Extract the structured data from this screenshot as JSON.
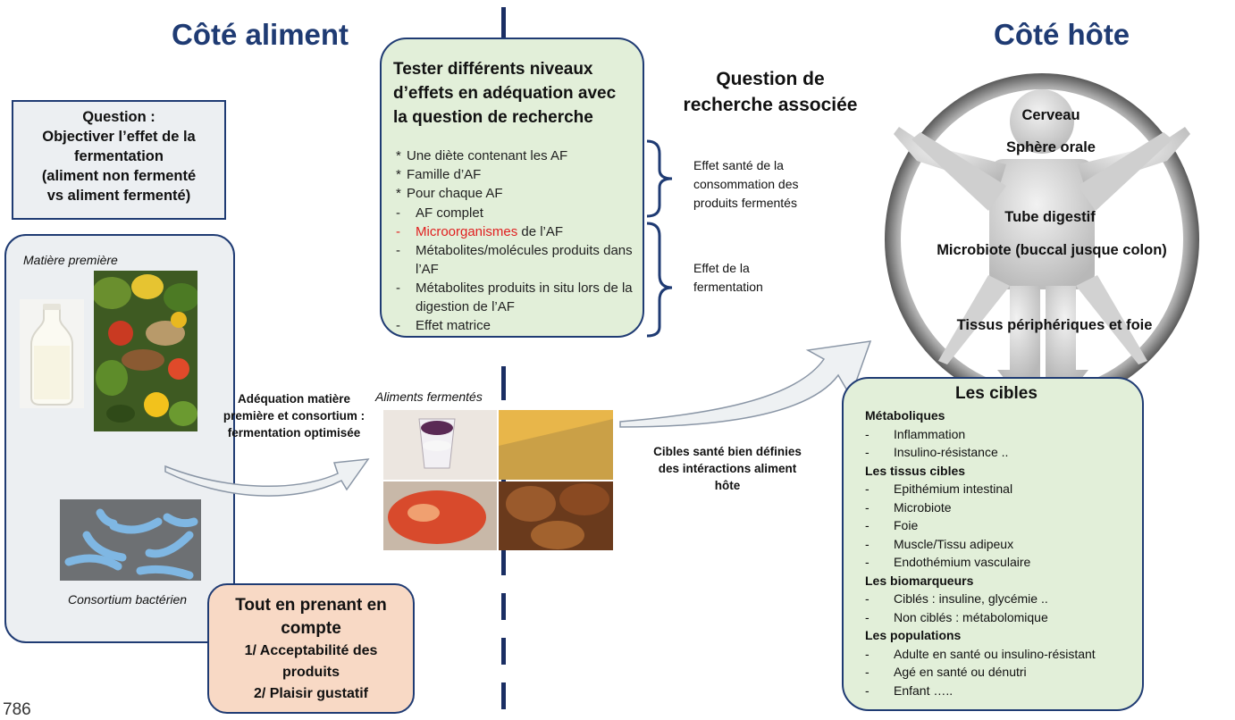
{
  "left_title": "Côté aliment",
  "right_title": "Côté hôte",
  "question_box": {
    "lines": [
      "Question :",
      "Objectiver l’effet de la",
      "fermentation",
      "(aliment non fermenté",
      "vs aliment fermenté)"
    ]
  },
  "left_panel": {
    "raw_label": "Matière première",
    "bacteria_label": "Consortium bactérien"
  },
  "arrow_label": [
    "Adéquation matière",
    "première et  consortium :",
    "fermentation optimisée"
  ],
  "fermented_label": "Aliments fermentés",
  "research_box": {
    "heading": [
      "Tester différents niveaux",
      "d’effets en adéquation avec",
      "la question de recherche"
    ],
    "items": [
      {
        "marker": "*",
        "text": "Une diète contenant les AF"
      },
      {
        "marker": "*",
        "text": "Famille d’AF"
      },
      {
        "marker": "*",
        "text": "Pour chaque AF"
      },
      {
        "marker": "-",
        "text": "AF complet"
      },
      {
        "marker": "-",
        "highlight": "Microorganismes",
        "text": " de l’AF"
      },
      {
        "marker": "-",
        "text": "Métabolites/molécules produits dans l’AF"
      },
      {
        "marker": "-",
        "text": "Métabolites produits in situ lors de la digestion de l’AF"
      },
      {
        "marker": "-",
        "text": "Effet matrice"
      }
    ]
  },
  "assoc_question": [
    "Question de",
    "recherche associée"
  ],
  "brace_labels": {
    "top": [
      "Effet santé de la",
      "consommation des",
      "produits fermentés"
    ],
    "bottom": [
      "Effet de la",
      "fermentation"
    ]
  },
  "health_targets_label": [
    "Cibles santé bien définies",
    "des intéractions aliment",
    "hôte"
  ],
  "host_labels": [
    "Cerveau",
    "Sphère orale",
    "Tube digestif",
    "Microbiote (buccal jusque colon)",
    "Tissus périphériques et foie"
  ],
  "targets_box": {
    "title": "Les cibles",
    "sections": [
      {
        "heading": "Métaboliques",
        "items": [
          "Inflammation",
          "Insulino-résistance .."
        ]
      },
      {
        "heading": "Les tissus cibles",
        "items": [
          "Epithémium intestinal",
          "Microbiote",
          "Foie",
          "Muscle/Tissu adipeux",
          "Endothémium vasculaire"
        ]
      },
      {
        "heading": "Les biomarqueurs",
        "items": [
          "Ciblés : insuline, glycémie ..",
          "Non ciblés : métabolomique"
        ]
      },
      {
        "heading": "Les populations",
        "items": [
          "Adulte en santé ou insulino-résistant",
          "Agé en santé ou dénutri",
          "Enfant ….."
        ]
      }
    ]
  },
  "consider_box": {
    "lines": [
      "Tout en prenant en",
      "compte",
      "1/ Acceptabilité des",
      "produits",
      "2/ Plaisir gustatif"
    ]
  },
  "page_number": "786",
  "colors": {
    "navy": "#1f3b73",
    "green_fill": "#e2efd9",
    "peach_fill": "#f8d9c5",
    "gray_fill": "#eceff2",
    "red": "#e02020"
  }
}
